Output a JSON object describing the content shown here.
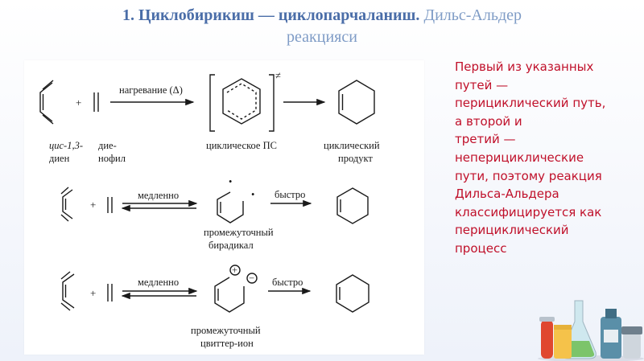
{
  "title": {
    "bold": "1. Циклобирикиш — циклопарчаланиш.",
    "normal": "Дильс-Альдер",
    "line2": "реакцияси"
  },
  "scheme": {
    "row1": {
      "plus": "+",
      "arrow_label": "нагревание (Δ)",
      "ts_mark": "≠",
      "label_diene_1": "цис-1,3-",
      "label_diene_2": "диен",
      "label_dienophile_1": "дие-",
      "label_dienophile_2": "нофил",
      "label_ts": "циклическое ПС",
      "label_product_1": "циклический",
      "label_product_2": "продукт"
    },
    "row2": {
      "plus": "+",
      "slow_label": "медленно",
      "fast_label": "быстро",
      "radical_dot": "•",
      "intermediate_1": "промежуточный",
      "intermediate_2": "бирадикал"
    },
    "row3": {
      "plus": "+",
      "slow_label": "медленно",
      "fast_label": "быстро",
      "plus_charge": "+",
      "minus_charge": "−",
      "intermediate_1": "промежуточный",
      "intermediate_2": "цвиттер-ион"
    }
  },
  "note": {
    "lines": [
      "Первый из указанных",
      "путей —",
      "перициклический путь,",
      "а второй и",
      "третий —",
      "неперициклические",
      "пути, поэтому реакция",
      "Дильса-Альдера",
      "классифицируется как",
      "перициклический",
      "процесс"
    ]
  },
  "decoration": {
    "icon": "lab-glassware-icon"
  }
}
